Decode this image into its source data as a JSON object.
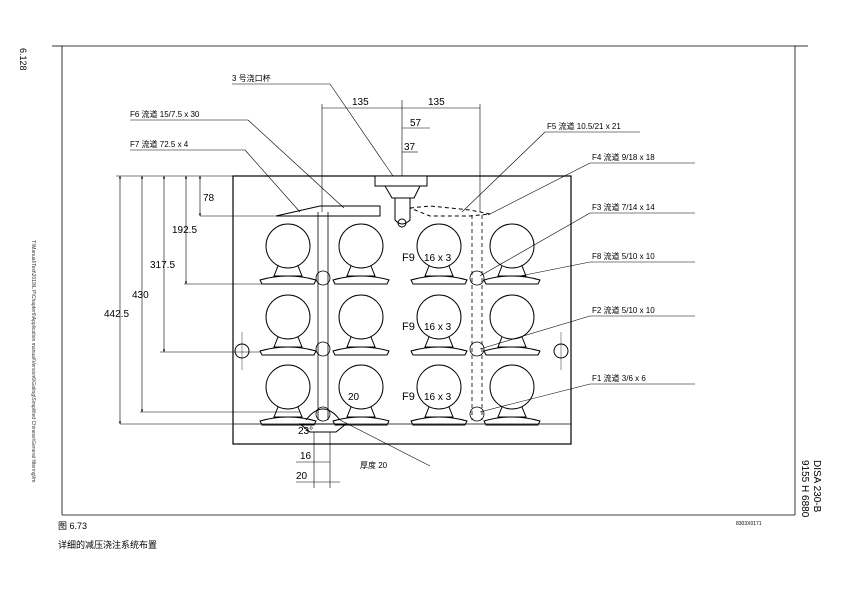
{
  "page": {
    "page_number": "6.128",
    "file_path": "T:\\Manual\\Text\\2019\\L P\\Chapter6\\Application manual\\Version6\\Gating\\Simplified Chinese\\General filtering\\fm",
    "machine_ref_line1": "DISA 230-B",
    "machine_ref_line2": "9155 H 6880",
    "figure_number": "图 6.73",
    "figure_caption": "详细的减压浇注系统布置",
    "drawing_code": "8303X0171"
  },
  "diagram": {
    "labels": {
      "sprue_cup": "3 号浇口杯",
      "f6": "F6 流道 15/7.5 x 30",
      "f7": "F7 流道 72.5 x 4",
      "f5": "F5 流道 10.5/21 x 21",
      "f4": "F4 流道 9/18 x 18",
      "f3": "F3 流道 7/14 x 14",
      "f8": "F8 流道 5/10 x 10",
      "f2": "F2 流道 5/10 x 10",
      "f1": "F1 流道 3/6 x 6",
      "f9_a": "F9",
      "f9_b": "F9",
      "f9_c": "F9",
      "f9_size_a": "16 x 3",
      "f9_size_b": "16 x 3",
      "f9_size_c": "16 x 3",
      "thickness": "厚度 20"
    },
    "dimensions": {
      "d135_left": "135",
      "d135_right": "135",
      "d57": "57",
      "d37": "37",
      "d78": "78",
      "d192_5": "192.5",
      "d317_5": "317.5",
      "d430": "430",
      "d442_5": "442.5",
      "d20_top": "20",
      "d23deg": "23°",
      "d16": "16",
      "d20_bottom": "20"
    }
  }
}
